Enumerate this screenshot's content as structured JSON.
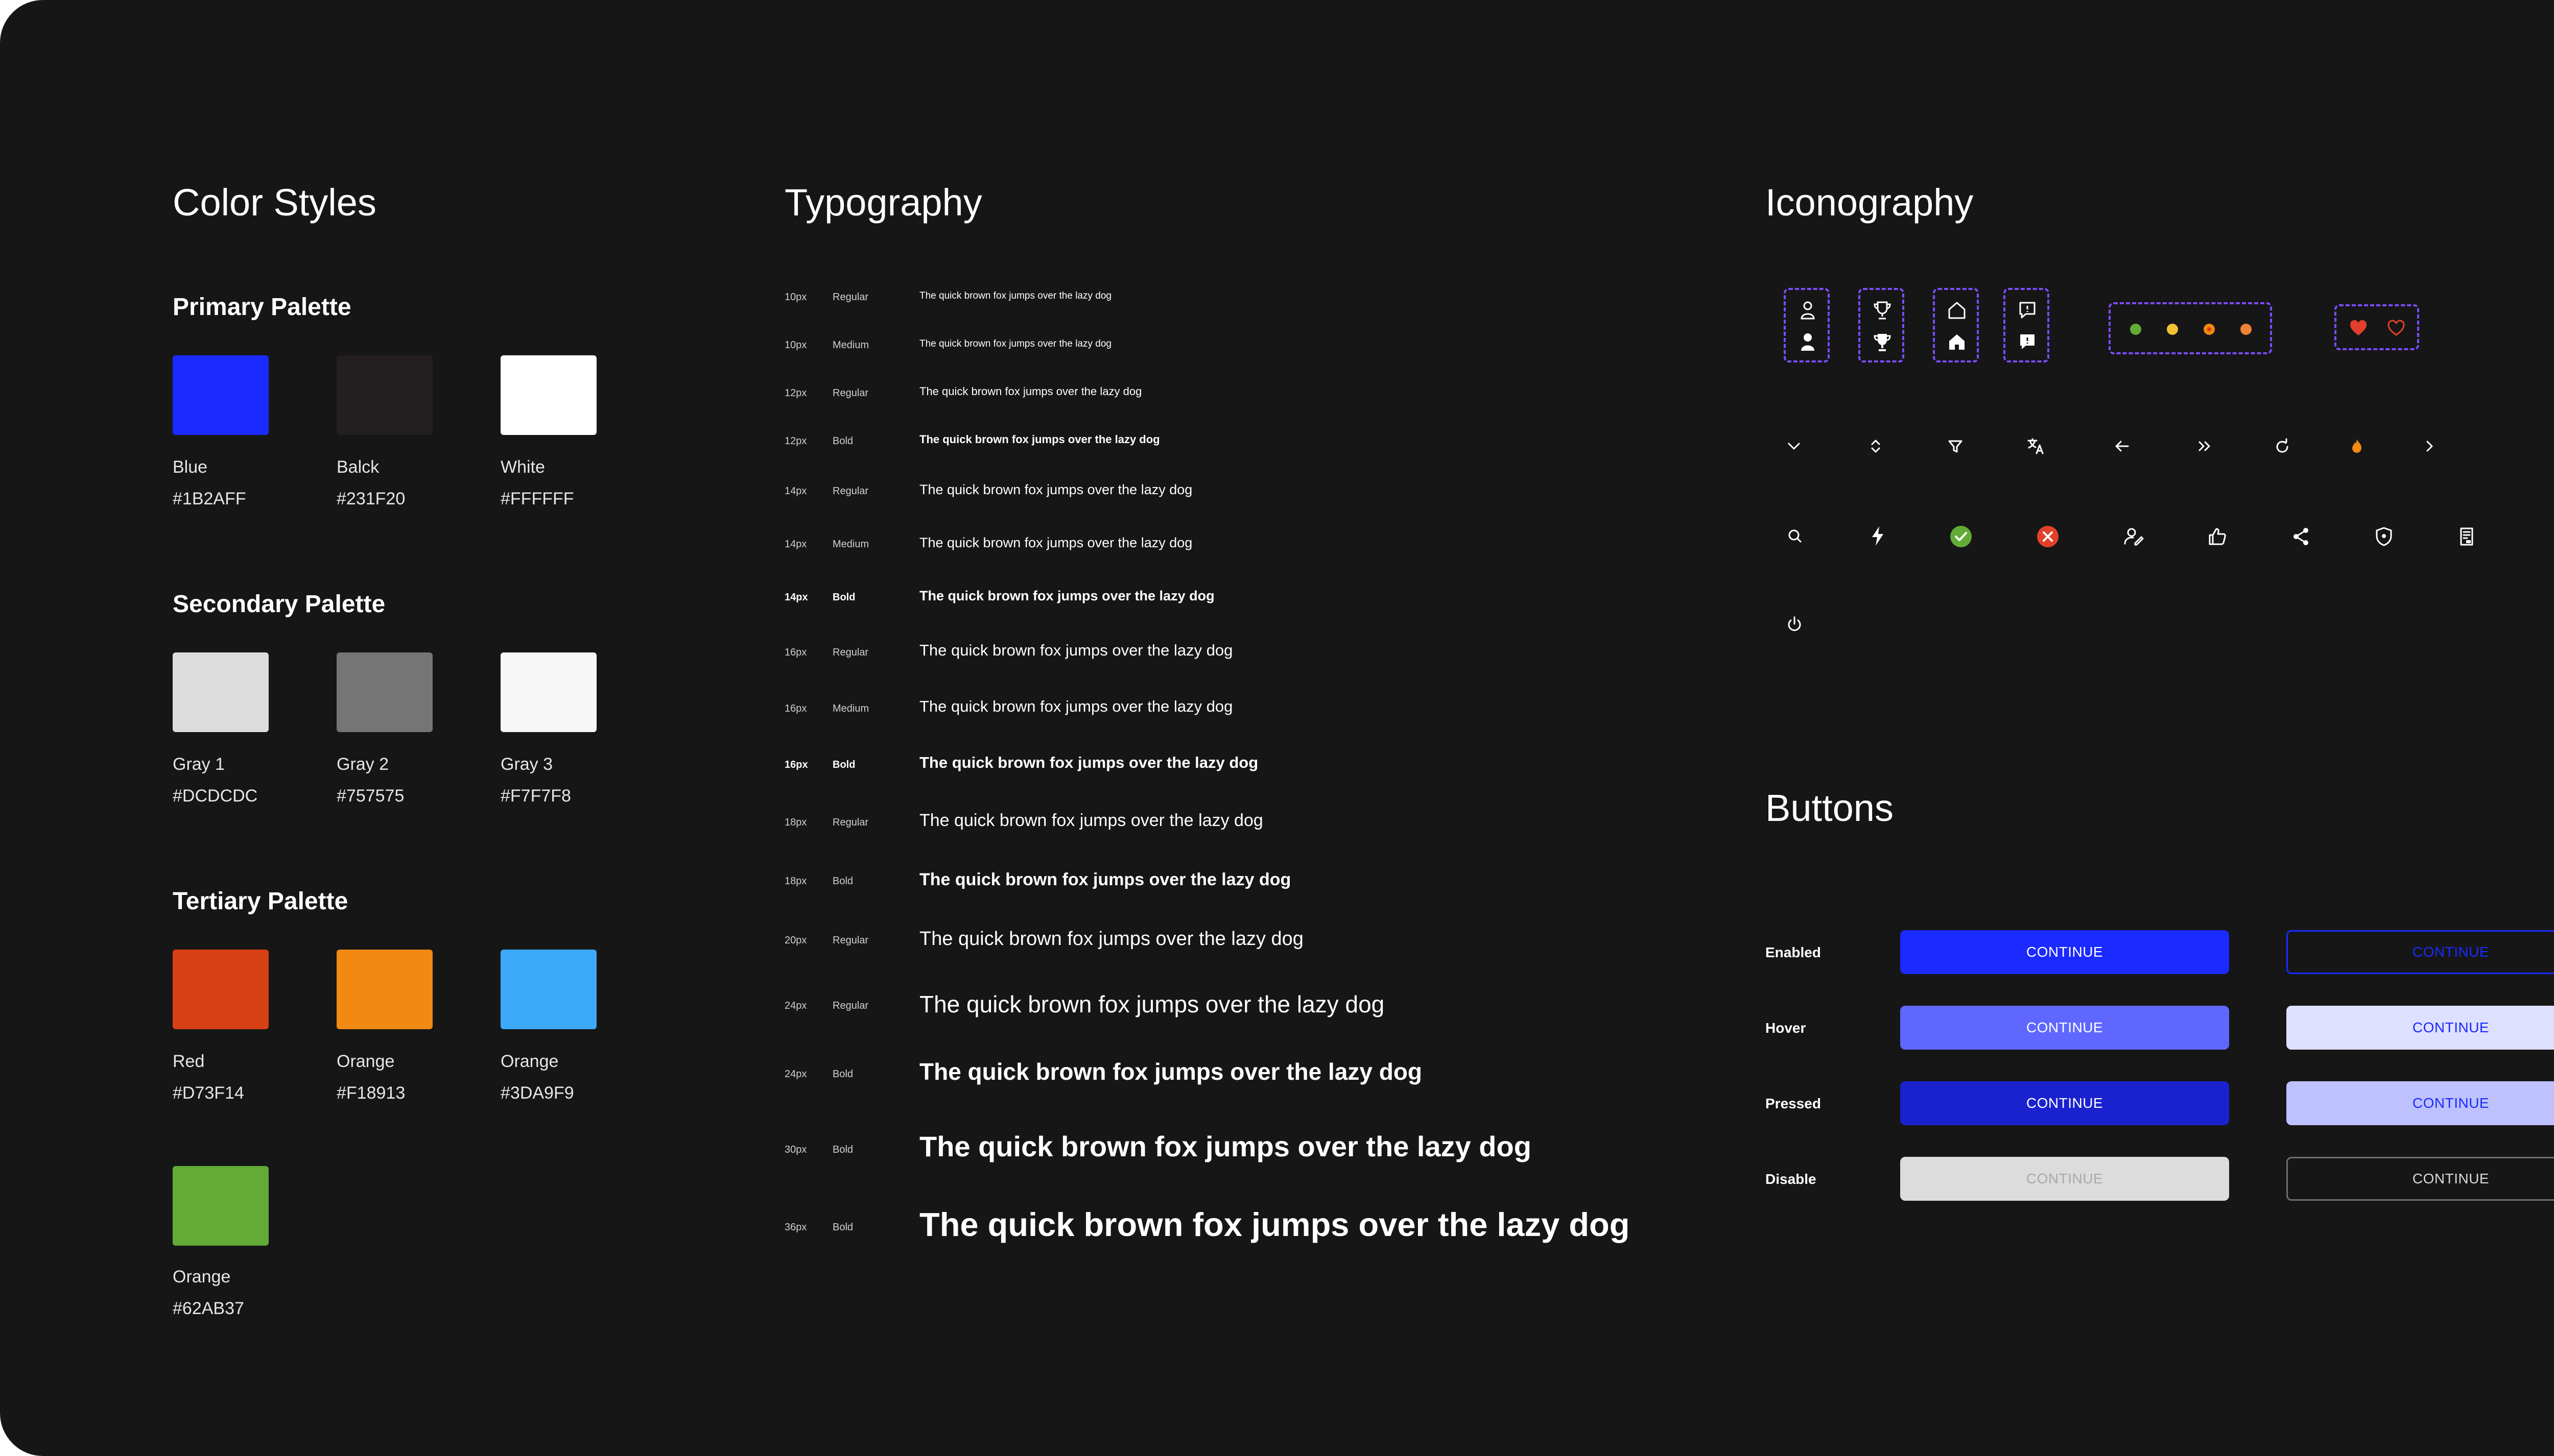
{
  "colors": {
    "title": "Color Styles",
    "primary": {
      "title": "Primary Palette",
      "items": [
        {
          "name": "Blue",
          "hex": "#1B2AFF",
          "color": "#1B2AFF"
        },
        {
          "name": "Balck",
          "hex": "#231F20",
          "color": "#231F20"
        },
        {
          "name": "White",
          "hex": "#FFFFFF",
          "color": "#FFFFFF"
        }
      ]
    },
    "secondary": {
      "title": "Secondary Palette",
      "items": [
        {
          "name": "Gray 1",
          "hex": "#DCDCDC",
          "color": "#DCDCDC"
        },
        {
          "name": "Gray 2",
          "hex": "#757575",
          "color": "#757575"
        },
        {
          "name": "Gray 3",
          "hex": "#F7F7F8",
          "color": "#F7F7F8"
        }
      ]
    },
    "tertiary": {
      "title": "Tertiary Palette",
      "items": [
        {
          "name": "Red",
          "hex": "#D73F14",
          "color": "#D73F14"
        },
        {
          "name": "Orange",
          "hex": "#F18913",
          "color": "#F18913"
        },
        {
          "name": "Orange",
          "hex": "#3DA9F9",
          "color": "#3DA9F9"
        },
        {
          "name": "Orange",
          "hex": "#62AB37",
          "color": "#62AB37"
        }
      ]
    }
  },
  "typography": {
    "title": "Typography",
    "rows": [
      {
        "size": "10px",
        "weight": "Regular",
        "sample": "The quick brown fox jumps over the lazy dog"
      },
      {
        "size": "10px",
        "weight": "Medium",
        "sample": "The quick brown fox jumps over the lazy dog"
      },
      {
        "size": "12px",
        "weight": "Regular",
        "sample": "The quick brown fox jumps over the lazy dog"
      },
      {
        "size": "12px",
        "weight": "Bold",
        "sample": "The quick brown fox jumps over the lazy dog"
      },
      {
        "size": "14px",
        "weight": "Regular",
        "sample": "The quick brown fox jumps over the lazy dog"
      },
      {
        "size": "14px",
        "weight": "Medium",
        "sample": "The quick brown fox jumps over the lazy dog"
      },
      {
        "size": "14px",
        "weight": "Bold",
        "sample": "The quick brown fox jumps over the lazy dog"
      },
      {
        "size": "16px",
        "weight": "Regular",
        "sample": "The quick brown fox jumps over the lazy dog"
      },
      {
        "size": "16px",
        "weight": "Medium",
        "sample": "The quick brown fox jumps over the lazy dog"
      },
      {
        "size": "16px",
        "weight": "Bold",
        "sample": "The quick brown fox jumps over the lazy dog"
      },
      {
        "size": "18px",
        "weight": "Regular",
        "sample": "The quick brown fox jumps over the lazy dog"
      },
      {
        "size": "18px",
        "weight": "Bold",
        "sample": "The quick brown fox jumps over the lazy dog"
      },
      {
        "size": "20px",
        "weight": "Regular",
        "sample": "The quick brown fox jumps over the lazy dog"
      },
      {
        "size": "24px",
        "weight": "Regular",
        "sample": "The quick brown fox jumps over the lazy dog"
      },
      {
        "size": "24px",
        "weight": "Bold",
        "sample": "The quick brown fox jumps over the lazy dog"
      },
      {
        "size": "30px",
        "weight": "Bold",
        "sample": "The quick brown fox jumps over the lazy dog"
      },
      {
        "size": "36px",
        "weight": "Bold",
        "sample": "The quick brown fox jumps over the lazy dog"
      }
    ]
  },
  "iconography": {
    "title": "Iconography",
    "icon_names": [
      "user-icon",
      "trophy-icon",
      "home-icon",
      "chat-icon",
      "status-dots-icon",
      "heart-icon",
      "chevron-down-icon",
      "sort-icon",
      "filter-icon",
      "translate-icon",
      "arrow-left-icon",
      "double-chevron-right-icon",
      "refresh-icon",
      "flame-icon",
      "chevron-right-icon",
      "search-icon",
      "flash-icon",
      "check-circle-icon",
      "close-circle-icon",
      "edit-user-icon",
      "thumbs-up-icon",
      "share-icon",
      "shield-icon",
      "receipt-icon",
      "power-icon"
    ],
    "accent": "#7B4DFF"
  },
  "buttons": {
    "title": "Buttons",
    "label": "CONTINUE",
    "states": [
      "Enabled",
      "Hover",
      "Pressed",
      "Disable"
    ],
    "colors": {
      "enabled": "#1B2AFF",
      "hover": "#5F67FF",
      "pressed": "#1A22D0",
      "disabled": "#DCDCDC",
      "outline_hover": "#DEE0FF",
      "outline_pressed": "#BDC2FF"
    }
  }
}
